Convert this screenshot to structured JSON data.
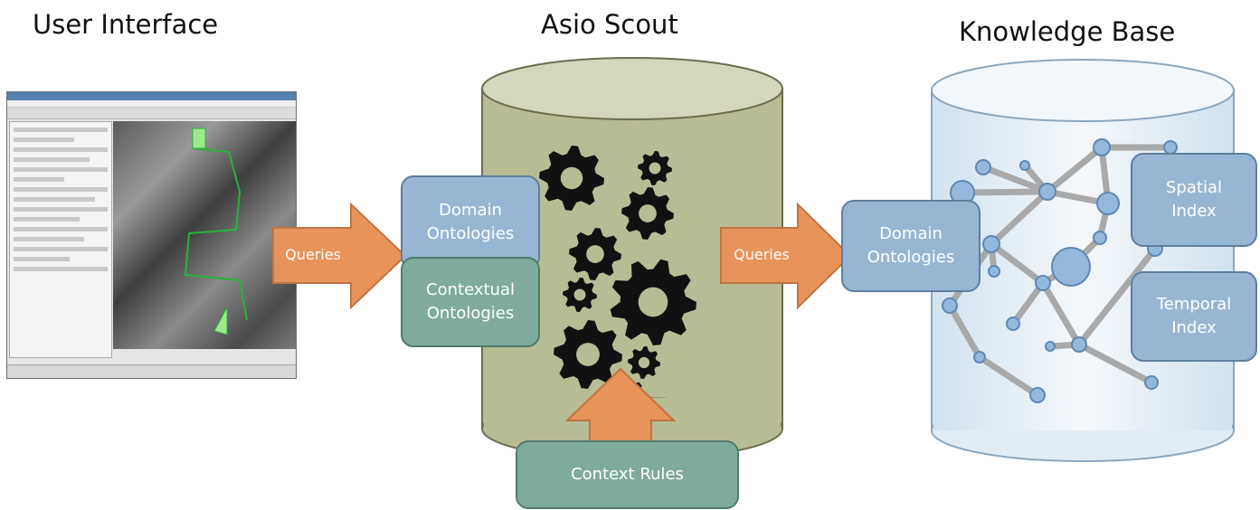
{
  "headings": {
    "user_interface": "User Interface",
    "asio_scout": "Asio Scout",
    "knowledge_base": "Knowledge Base"
  },
  "asio": {
    "domain_ontologies": "Domain Ontologies",
    "contextual_ontologies": "Contextual Ontologies",
    "context_rules": "Context Rules"
  },
  "knowledge_base": {
    "domain_ontologies": "Domain Ontologies",
    "spatial_index": "Spatial Index",
    "temporal_index": "Temporal Index"
  },
  "arrows": {
    "queries_1": "Queries",
    "queries_2": "Queries"
  },
  "colors": {
    "arrow_orange": "#e8935a",
    "box_blue": "#98b6d4",
    "box_green": "#7fab9c",
    "cylinder_olive": "#b8bc94",
    "gear_black": "#111111",
    "kb_node": "#94b8dc"
  }
}
